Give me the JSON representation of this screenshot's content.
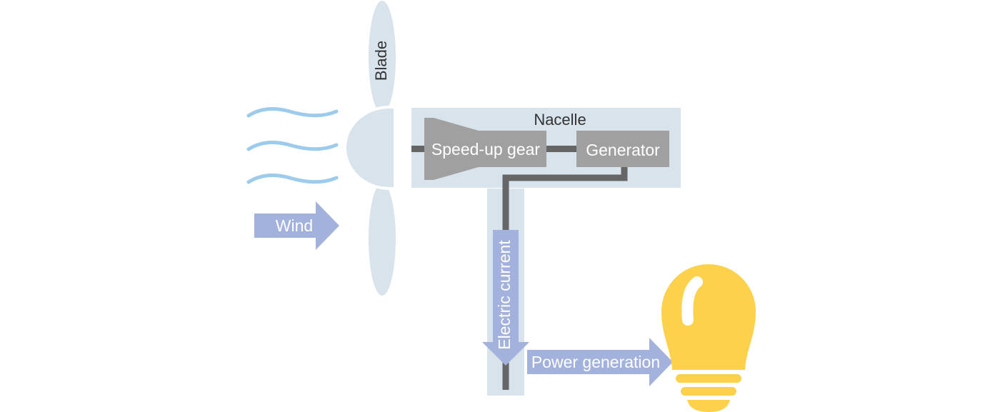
{
  "labels": {
    "blade": "Blade",
    "nacelle": "Nacelle",
    "speed_up_gear": "Speed-up gear",
    "generator": "Generator",
    "wind": "Wind",
    "electric_current": "Electric current",
    "power_generation": "Power generation"
  },
  "colors": {
    "light_blue": "#d8e3ec",
    "gray_component": "#a0a0a0",
    "dark_gray_line": "#666666",
    "arrow_blue": "#a3b2dd",
    "wind_wave": "#9ccbec",
    "bulb_yellow": "#fdd14c",
    "text_dark": "#333333",
    "text_light": "#ffffff"
  },
  "icons": {
    "wind_waves": "wind-waves-icon",
    "bulb": "light-bulb-icon"
  }
}
